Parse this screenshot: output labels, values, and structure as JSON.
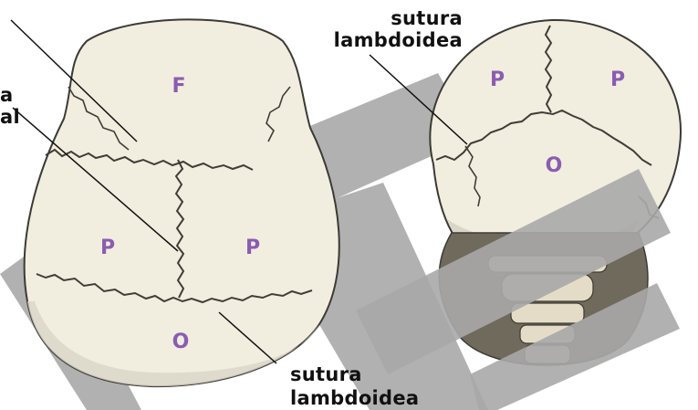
{
  "colors": {
    "bone": "#f1eee0",
    "bone_shade": "#d9d6c8",
    "outline": "#3c3a34",
    "suture": "#3f3d36",
    "watermark": "#a9a9a9",
    "letter": "#8a5db0",
    "vertebra": "#e4dcc6",
    "shadow": "#6f6a5c"
  },
  "left_skull": {
    "frontal": "F",
    "parietal_left": "P",
    "parietal_right": "P",
    "occipital": "O"
  },
  "right_skull": {
    "parietal_left": "P",
    "parietal_right": "P",
    "occipital": "O"
  },
  "labels": {
    "sagittal_partial_line1": "a",
    "sagittal_partial_line2": "al",
    "lambdoid_top_line1": "sutura",
    "lambdoid_top_line2": "lambdoidea",
    "lambdoid_bottom_line1": "sutura",
    "lambdoid_bottom_line2": "lambdoidea"
  }
}
